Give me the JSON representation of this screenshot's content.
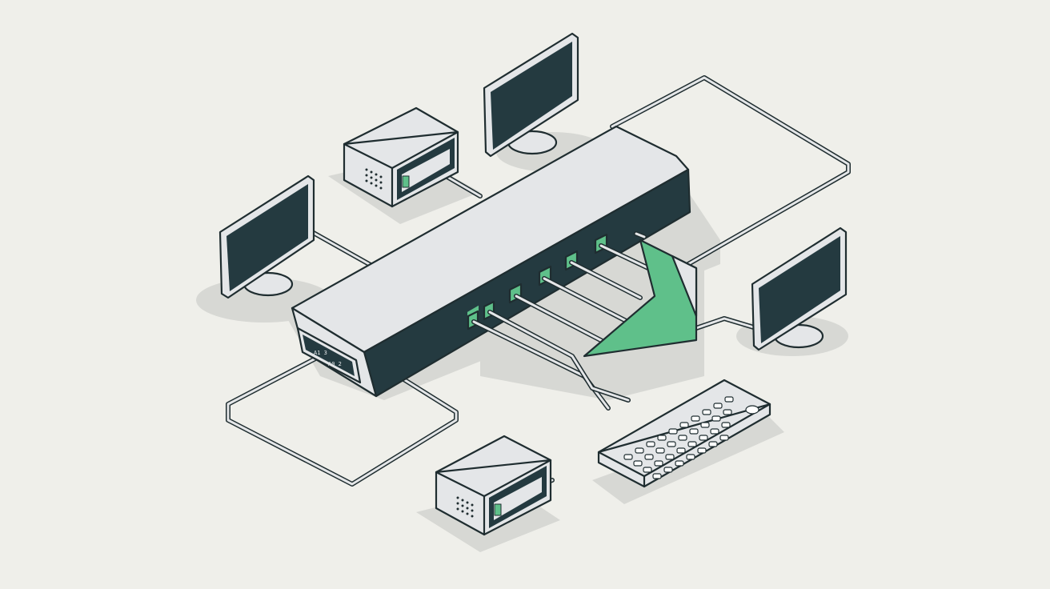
{
  "illustration": {
    "title": "KVM switch connecting multiple computers and monitors",
    "colors": {
      "background": "#efefea",
      "device_light": "#e4e6e8",
      "device_dark": "#243a40",
      "outline": "#1f2d30",
      "accent_green": "#5fc08a",
      "shadow": "#d7d8d4"
    },
    "elements": [
      {
        "id": "kvm-switch",
        "label": "KVM switch",
        "ports": 7
      },
      {
        "id": "monitor-left",
        "label": "Monitor"
      },
      {
        "id": "monitor-top",
        "label": "Monitor"
      },
      {
        "id": "monitor-right",
        "label": "Monitor"
      },
      {
        "id": "computer-top",
        "label": "Computer"
      },
      {
        "id": "computer-bottom",
        "label": "Computer"
      },
      {
        "id": "keyboard",
        "label": "Keyboard"
      },
      {
        "id": "signal-arrow",
        "label": "Switching arrow"
      }
    ]
  }
}
